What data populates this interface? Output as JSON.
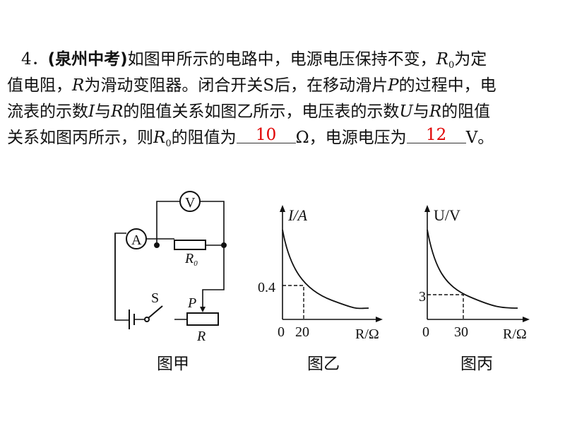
{
  "question": {
    "number": "4．",
    "source": "(泉州中考)",
    "line1_a": "如图甲所示的电路中，电源电压保持不变，",
    "R0": "R",
    "sub0": "0",
    "line1_b": "为定",
    "line2_a": "值电阻，",
    "R": "R",
    "line2_b": "为滑动变阻器。闭合开关S后，在移动滑片",
    "P": "P",
    "line2_c": "的过程中，电",
    "line3_a": "流表的示数",
    "I": "I",
    "line3_b": "与",
    "line3_c": "的阻值关系如图乙所示，电压表的示数",
    "U": "U",
    "line3_d": "与",
    "line3_e": "的阻值",
    "line4_a": "关系如图丙所示，则",
    "line4_b": "的阻值为",
    "answer1": "10",
    "line4_c": "Ω，电源电压为",
    "answer2": "12",
    "line4_d": "V。",
    "answer_color": "#e00000"
  },
  "circuit": {
    "caption": "图甲",
    "ammeter": "A",
    "voltmeter": "V",
    "r0_label": "R",
    "r0_sub": "0",
    "switch_label": "S",
    "slider_label": "P",
    "rheostat_label": "R"
  },
  "chart_data": [
    {
      "type": "line",
      "caption": "图乙",
      "ylabel": "I/A",
      "xlabel": "R/Ω",
      "origin_label": "0",
      "marked_point": {
        "x": 20,
        "y": 0.4
      },
      "x_tick": "20",
      "y_tick": "0.4"
    },
    {
      "type": "line",
      "caption": "图丙",
      "ylabel": "U/V",
      "xlabel": "R/Ω",
      "origin_label": "0",
      "marked_point": {
        "x": 30,
        "y": 3
      },
      "x_tick": "30",
      "y_tick": "3"
    }
  ]
}
